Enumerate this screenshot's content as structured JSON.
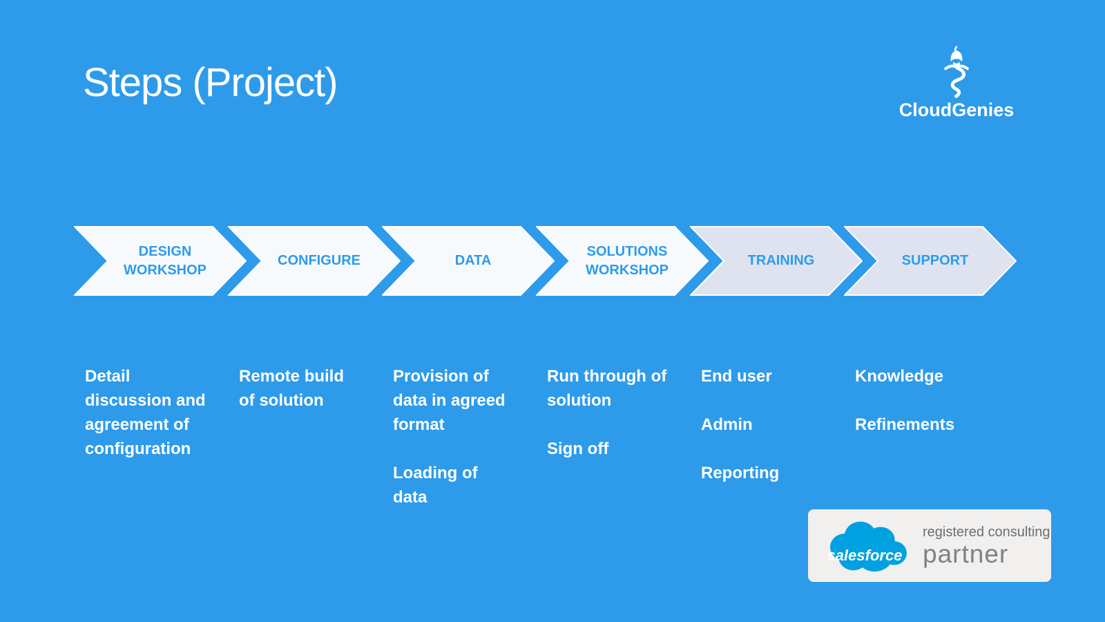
{
  "slide": {
    "title": "Steps (Project)",
    "background_color": "#2E9BEA"
  },
  "logo": {
    "name": "CloudGenies",
    "icon": "genie-icon",
    "color": "#FFFFFF"
  },
  "process": {
    "label_color": "#2E9BEA",
    "chevron_border_color": "#FDFEFF",
    "steps": [
      {
        "label": "DESIGN WORKSHOP",
        "fill": "#F7FAFD",
        "details": [
          "Detail discussion and agreement of configuration"
        ]
      },
      {
        "label": "CONFIGURE",
        "fill": "#F7FAFD",
        "details": [
          "Remote build of solution"
        ]
      },
      {
        "label": "DATA",
        "fill": "#F7FAFD",
        "details": [
          "Provision of data in agreed format",
          "Loading of data"
        ]
      },
      {
        "label": "SOLUTIONS WORKSHOP",
        "fill": "#F7FAFD",
        "details": [
          "Run through of solution",
          "Sign off"
        ]
      },
      {
        "label": "TRAINING",
        "fill": "#DFE3F0",
        "details": [
          "End user",
          "Admin",
          "Reporting"
        ]
      },
      {
        "label": "SUPPORT",
        "fill": "#DFE3F0",
        "details": [
          "Knowledge",
          "Refinements"
        ]
      }
    ]
  },
  "partner_badge": {
    "brand": "salesforce",
    "brand_color": "#00A1E0",
    "line1": "registered consulting",
    "line2": "partner",
    "background": "#F1F0EE"
  }
}
